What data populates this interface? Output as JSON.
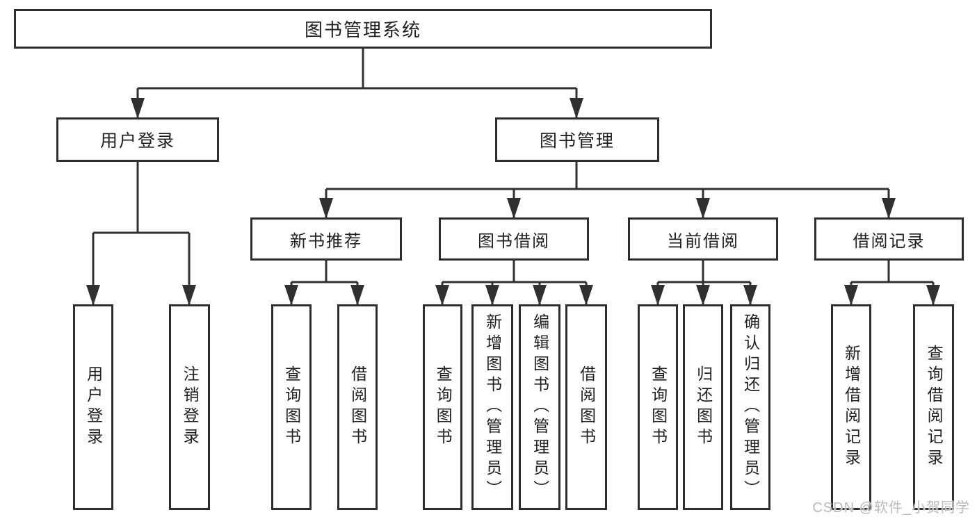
{
  "diagram": {
    "root": {
      "label": "图书管理系统"
    },
    "branches": [
      {
        "label": "用户登录",
        "children": [
          {
            "label": "用户登录"
          },
          {
            "label": "注销登录"
          }
        ]
      },
      {
        "label": "图书管理",
        "children": [
          {
            "label": "新书推荐",
            "children": [
              {
                "label": "查询图书"
              },
              {
                "label": "借阅图书"
              }
            ]
          },
          {
            "label": "图书借阅",
            "children": [
              {
                "label": "查询图书"
              },
              {
                "label": "新增图书（管理员）"
              },
              {
                "label": "编辑图书（管理员）"
              },
              {
                "label": "借阅图书"
              }
            ]
          },
          {
            "label": "当前借阅",
            "children": [
              {
                "label": "查询图书"
              },
              {
                "label": "归还图书"
              },
              {
                "label": "确认归还（管理员）"
              }
            ]
          },
          {
            "label": "借阅记录",
            "children": [
              {
                "label": "新增借阅记录"
              },
              {
                "label": "查询借阅记录"
              }
            ]
          }
        ]
      }
    ]
  },
  "watermark": {
    "text": "CSDN @软件_小贺同学"
  },
  "colors": {
    "line": "#303030",
    "box_border": "#2e2e2e",
    "box_fill": "#ffffff",
    "text": "#1f1f1f",
    "watermark": "#b9b9b9",
    "background": "#ffffff"
  }
}
